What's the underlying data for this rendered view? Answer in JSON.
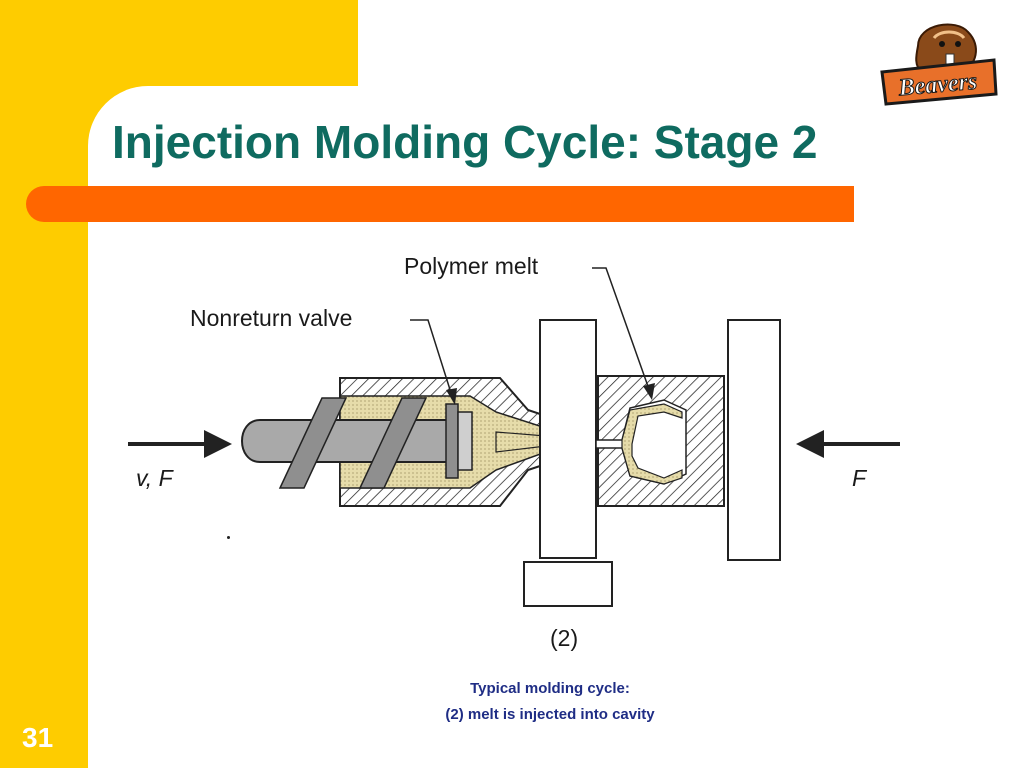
{
  "slide": {
    "title": "Injection Molding Cycle: Stage 2",
    "number": "31"
  },
  "logo": {
    "text": "Beavers"
  },
  "diagram": {
    "labels": {
      "polymer_melt": "Polymer melt",
      "nonreturn_valve": "Nonreturn valve",
      "left_force": "v, F",
      "right_force": "F",
      "stage": "(2)"
    }
  },
  "caption": {
    "line1": "Typical molding cycle:",
    "line2": "(2) melt is injected into cavity"
  },
  "colors": {
    "background": "#fecc00",
    "title": "#0f6b60",
    "accent_bar": "#ff6600",
    "caption": "#1f2d85",
    "melt": "#e6dcaa"
  }
}
